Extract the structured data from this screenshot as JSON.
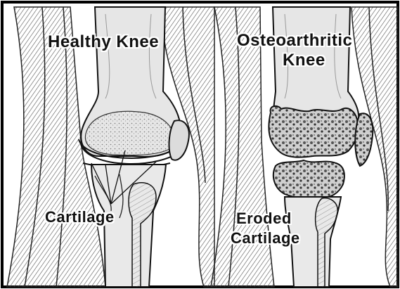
{
  "labels": {
    "healthy_title": "Healthy Knee",
    "oa_title_line1": "Osteoarthritic",
    "oa_title_line2": "Knee",
    "healthy_part": "Cartilage",
    "oa_part_line1": "Eroded",
    "oa_part_line2": "Cartilage"
  }
}
